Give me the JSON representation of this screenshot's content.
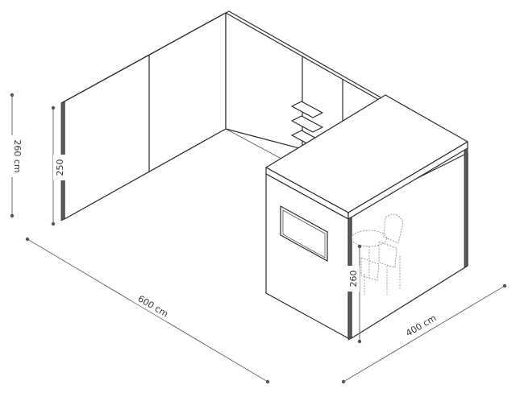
{
  "dimensions": {
    "back_wall_height": "260 cm",
    "front_wall_height": "250",
    "booth_height": "260",
    "length": "600 cm",
    "depth": "400 cm"
  }
}
